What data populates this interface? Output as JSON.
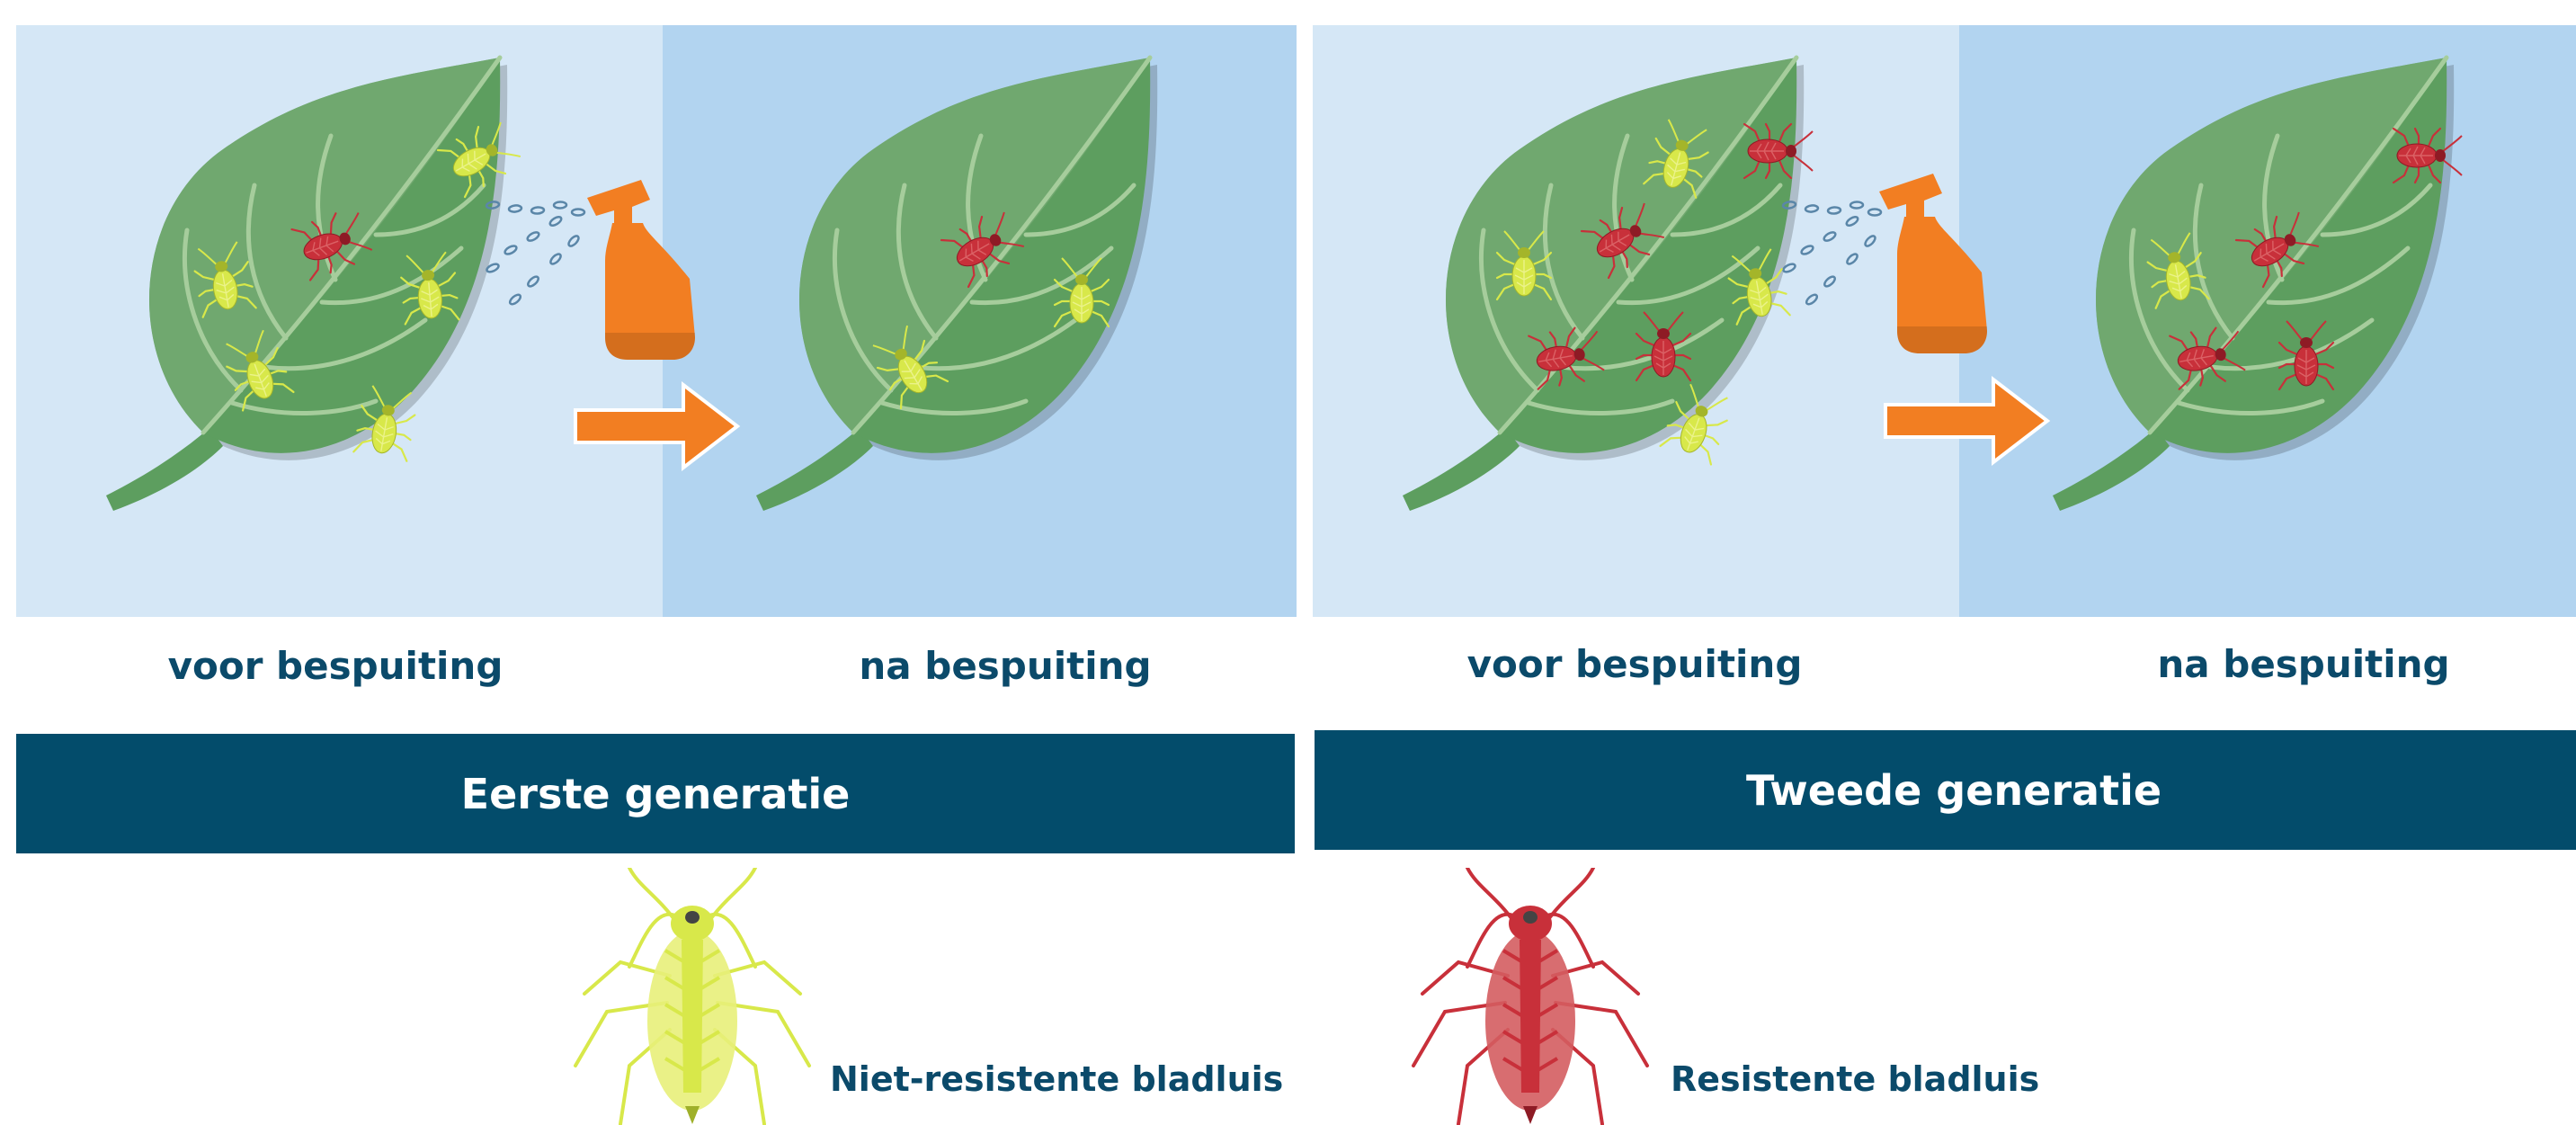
{
  "colors": {
    "bg_before": "#d5e7f6",
    "bg_after": "#b2d4f0",
    "leaf": "#5d9e5f",
    "leaf_light": "#7fb07c",
    "vein": "#a6cd9c",
    "banner": "#034c6b",
    "label_text": "#0b4a6a",
    "aphid_yellow": "#d8e84a",
    "aphid_red": "#c8303a",
    "spray_bottle": "#f27e22"
  },
  "panels": [
    {
      "before_label": "voor bespuiting",
      "after_label": "na bespuiting",
      "banner": "Eerste generatie"
    },
    {
      "before_label": "voor bespuiting",
      "after_label": "na bespuiting",
      "banner": "Tweede generatie"
    }
  ],
  "legend": {
    "non_resistant": "Niet-resistente bladluis",
    "resistant": "Resistente bladluis"
  }
}
